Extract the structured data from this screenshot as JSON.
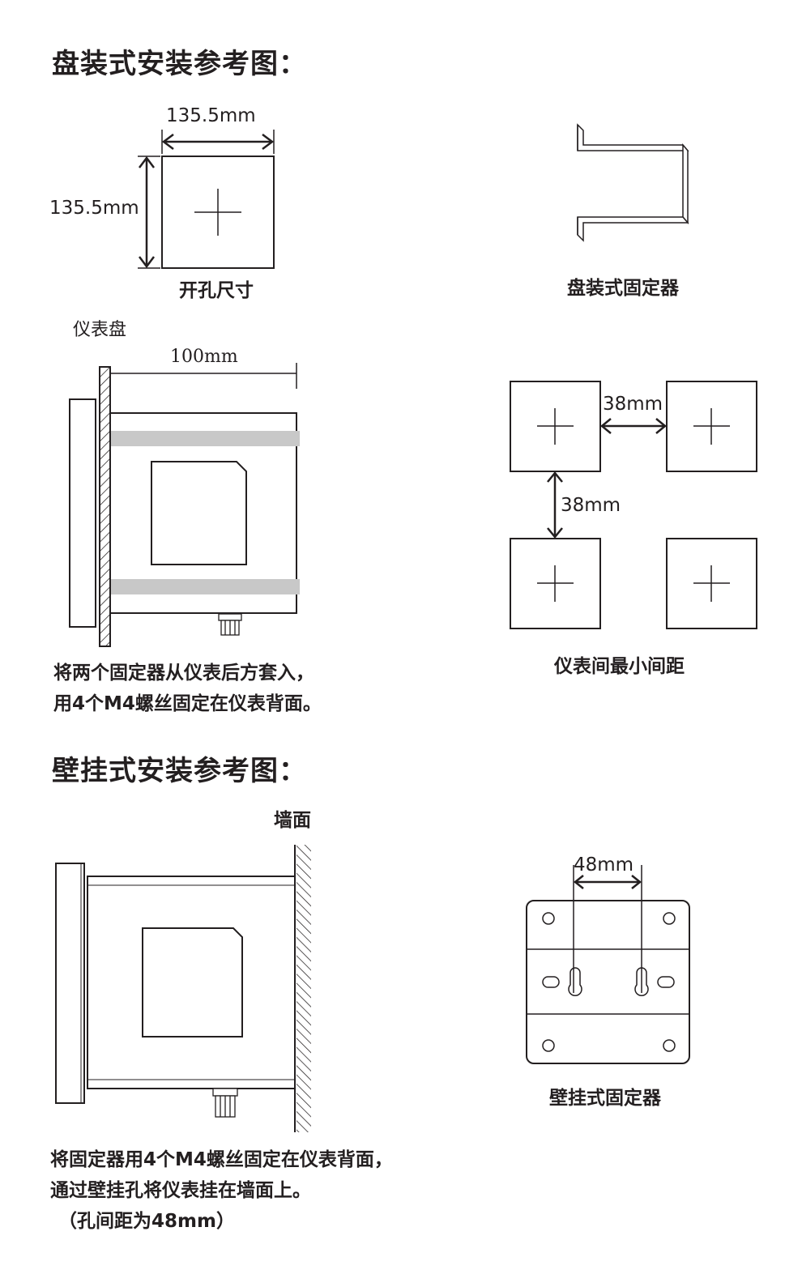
{
  "panel_section": {
    "heading": "盘装式安装参考图：",
    "cutout": {
      "width_label": "135.5mm",
      "height_label": "135.5mm",
      "caption": "开孔尺寸"
    },
    "bracket": {
      "caption": "盘装式固定器"
    },
    "side_view": {
      "panel_label": "仪表盘",
      "depth_label": "100mm",
      "note_line1": "将两个固定器从仪表后方套入，",
      "note_line2": "用4个M4螺丝固定在仪表背面。"
    },
    "spacing": {
      "horizontal_label": "38mm",
      "vertical_label": "38mm",
      "caption": "仪表间最小间距"
    }
  },
  "wall_section": {
    "heading": "壁挂式安装参考图：",
    "side_view": {
      "wall_label": "墙面",
      "note_line1": "将固定器用4个M4螺丝固定在仪表背面，",
      "note_line2": "通过壁挂孔将仪表挂在墙面上。",
      "note_line3": "（孔间距为48mm）"
    },
    "bracket": {
      "hole_distance_label": "48mm",
      "caption": "壁挂式固定器"
    }
  },
  "colors": {
    "line": "#231f20",
    "strap": "#c8c8c8",
    "metal": "#f4f4f4"
  }
}
